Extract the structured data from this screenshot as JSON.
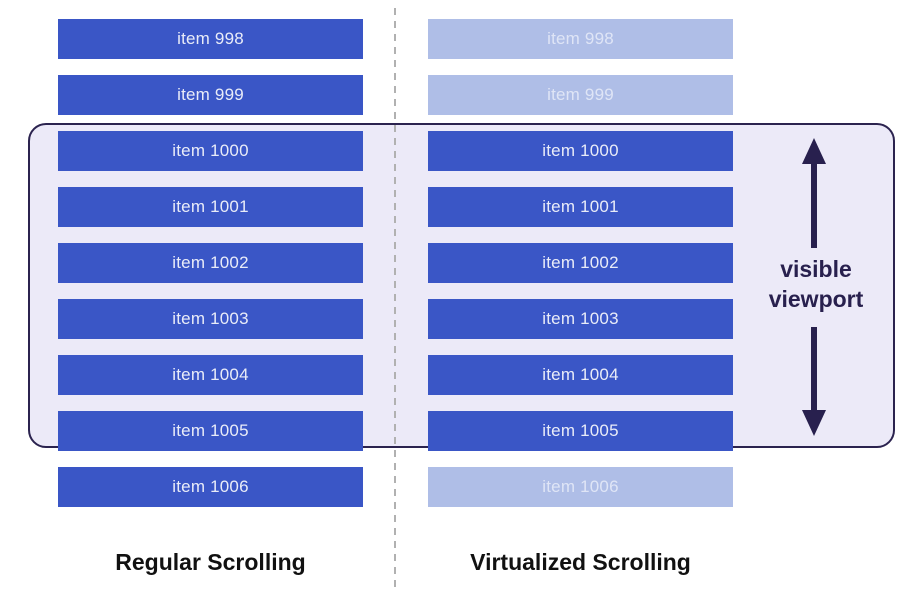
{
  "columns": [
    {
      "id": "left",
      "title": "Regular Scrolling",
      "items": [
        {
          "label": "item 998",
          "rendered": true
        },
        {
          "label": "item 999",
          "rendered": true
        },
        {
          "label": "item 1000",
          "rendered": true
        },
        {
          "label": "item 1001",
          "rendered": true
        },
        {
          "label": "item 1002",
          "rendered": true
        },
        {
          "label": "item 1003",
          "rendered": true
        },
        {
          "label": "item 1004",
          "rendered": true
        },
        {
          "label": "item 1005",
          "rendered": true
        },
        {
          "label": "item 1006",
          "rendered": true
        }
      ]
    },
    {
      "id": "right",
      "title": "Virtualized Scrolling",
      "items": [
        {
          "label": "item 998",
          "rendered": false
        },
        {
          "label": "item 999",
          "rendered": false
        },
        {
          "label": "item 1000",
          "rendered": true
        },
        {
          "label": "item 1001",
          "rendered": true
        },
        {
          "label": "item 1002",
          "rendered": true
        },
        {
          "label": "item 1003",
          "rendered": true
        },
        {
          "label": "item 1004",
          "rendered": true
        },
        {
          "label": "item 1005",
          "rendered": true
        },
        {
          "label": "item 1006",
          "rendered": false
        }
      ]
    }
  ],
  "viewport": {
    "label": "visible viewport"
  },
  "colors": {
    "item_rendered": "#3a56c6",
    "item_virtualized": "#afbee7",
    "item_text": "#e9ecf8",
    "item_text_faded": "#dfe5f6",
    "viewport_fill": "#eceaf8",
    "viewport_border": "#2b234f",
    "arrow": "#28204e",
    "divider": "#b1b1b1",
    "title_text": "#111111"
  }
}
